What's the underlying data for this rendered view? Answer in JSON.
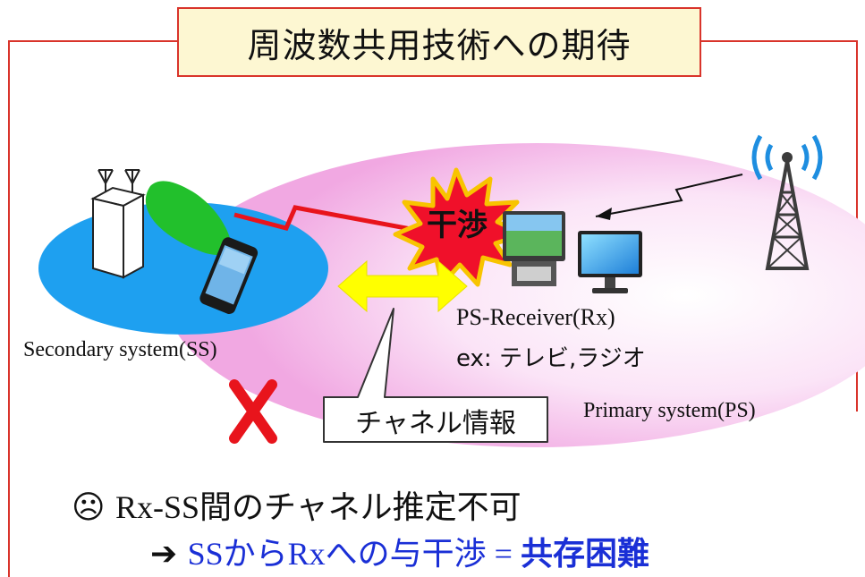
{
  "title": "周波数共用技術への期待",
  "labels": {
    "kanshou": "干渉",
    "ps_receiver": "PS-Receiver(Rx)",
    "ps_receiver_examples": "ex: テレビ,ラジオ",
    "secondary_system": "Secondary system(SS)",
    "primary_system": "Primary system(PS)",
    "channel_info": "チャネル情報"
  },
  "conclusion": {
    "line1_icon": "☹",
    "line1_text": "Rx-SS間のチャネル推定不可",
    "line2_arrow": "➔",
    "line2_text": "SSからRxへの与干渉 = ",
    "line2_emphasis": "共存困難"
  },
  "colors": {
    "frame": "#d9342b",
    "title_bg": "#fdf7d2",
    "ss_ellipse": "#1ea0f0",
    "ps_ellipse": "#f6c8ee",
    "beam": "#22c02c",
    "interference_line": "#e8141c",
    "yellow_arrow": "#ffff00",
    "cross": "#e8141c",
    "blue_text": "#1a2fd6"
  }
}
